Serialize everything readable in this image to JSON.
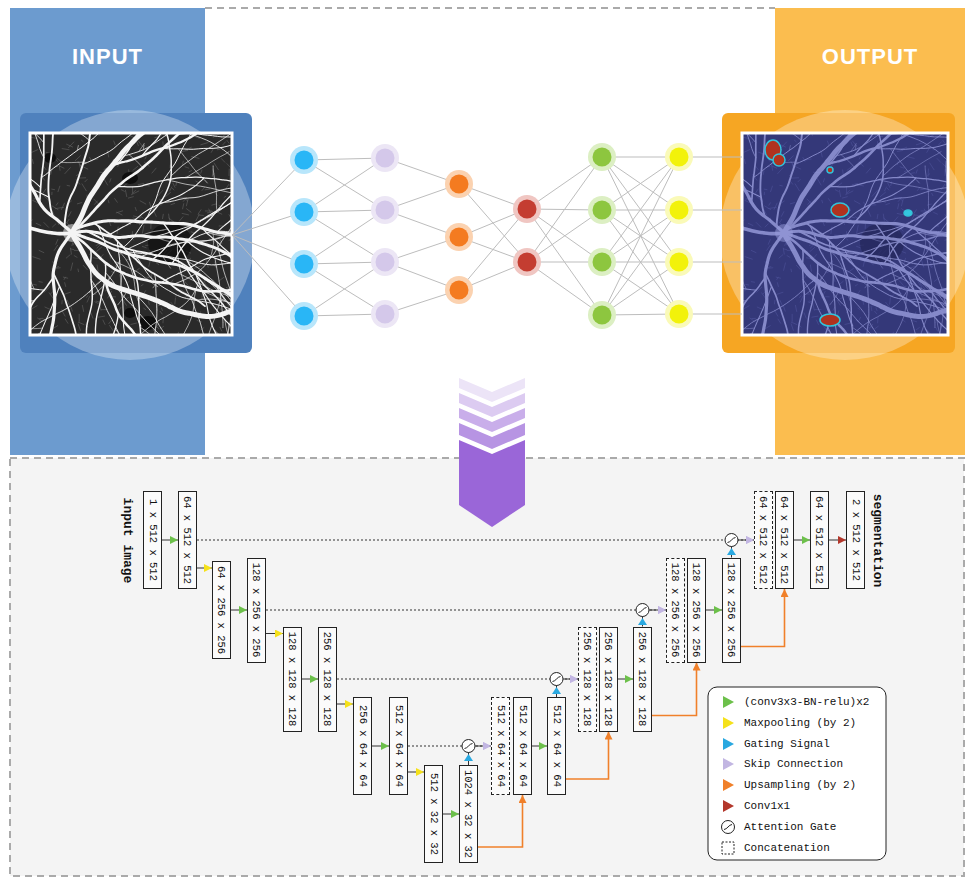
{
  "diagram": {
    "nodes": [
      {
        "text": [
          "INPUT"
        ]
      },
      {
        "text": [
          "OUTPUT"
        ]
      },
      {
        "text": [
          "1 x 512 x 512"
        ]
      },
      {
        "text": [
          "64 x 512 x 512"
        ]
      },
      {
        "text": [
          "64 x 256 x 256"
        ]
      },
      {
        "text": [
          "128 x 256 x 256"
        ]
      },
      {
        "text": [
          "128 x 128 x 128"
        ]
      },
      {
        "text": [
          "256 x 128 x 128"
        ]
      },
      {
        "text": [
          "256 x 64 x 64"
        ]
      },
      {
        "text": [
          "512 x 64 x 64"
        ]
      },
      {
        "text": [
          "512 x 32 x 32"
        ]
      },
      {
        "text": [
          "1024 x 32 x 32"
        ]
      },
      {
        "text": [
          "512 x 64 x 64"
        ]
      },
      {
        "text": [
          "512 x 64 x 64"
        ]
      },
      {
        "text": [
          "512 x 64 x 64"
        ]
      },
      {
        "text": [
          "256 x 128 x 128"
        ]
      },
      {
        "text": [
          "256 x 128 x 128"
        ]
      },
      {
        "text": [
          "256 x 128 x 128"
        ]
      },
      {
        "text": [
          "128 x 256 x 256"
        ]
      },
      {
        "text": [
          "128 x 256 x 256"
        ]
      },
      {
        "text": [
          "128 x 256 x 256"
        ]
      },
      {
        "text": [
          "64 x 512 x 512"
        ]
      },
      {
        "text": [
          "64 x 512 x 512"
        ]
      },
      {
        "text": [
          "64 x 512 x 512"
        ]
      },
      {
        "text": [
          "2 x 512 x 512"
        ]
      }
    ],
    "edges": [
      {
        "from": 2,
        "to": 3,
        "arrow": "to"
      },
      {
        "from": 3,
        "to": 4,
        "arrow": "to"
      },
      {
        "from": 4,
        "to": 5,
        "arrow": "to"
      },
      {
        "from": 5,
        "to": 6,
        "arrow": "to"
      },
      {
        "from": 6,
        "to": 7,
        "arrow": "to"
      },
      {
        "from": 7,
        "to": 8,
        "arrow": "to"
      },
      {
        "from": 8,
        "to": 9,
        "arrow": "to"
      },
      {
        "from": 9,
        "to": 10,
        "arrow": "to"
      },
      {
        "from": 10,
        "to": 11,
        "arrow": "to"
      },
      {
        "from": 11,
        "to": 13,
        "arrow": "to"
      },
      {
        "from": 9,
        "to": 12,
        "arrow": "to"
      },
      {
        "from": 11,
        "to": 12,
        "arrow": "to"
      },
      {
        "from": 13,
        "to": 14,
        "arrow": "to"
      },
      {
        "from": 14,
        "to": 16,
        "arrow": "to"
      },
      {
        "from": 7,
        "to": 15,
        "arrow": "to"
      },
      {
        "from": 14,
        "to": 15,
        "arrow": "to"
      },
      {
        "from": 16,
        "to": 17,
        "arrow": "to"
      },
      {
        "from": 17,
        "to": 19,
        "arrow": "to"
      },
      {
        "from": 5,
        "to": 18,
        "arrow": "to"
      },
      {
        "from": 17,
        "to": 18,
        "arrow": "to"
      },
      {
        "from": 19,
        "to": 20,
        "arrow": "to"
      },
      {
        "from": 20,
        "to": 22,
        "arrow": "to"
      },
      {
        "from": 3,
        "to": 21,
        "arrow": "to"
      },
      {
        "from": 20,
        "to": 21,
        "arrow": "to"
      },
      {
        "from": 22,
        "to": 23,
        "arrow": "to"
      },
      {
        "from": 23,
        "to": 24,
        "arrow": "to"
      }
    ],
    "labels": [
      "input image",
      "segmentation"
    ],
    "legend": [
      {
        "text": "(conv3x3-BN-relu)x2",
        "color": "#6cc04a"
      },
      {
        "text": "Maxpooling (by 2)",
        "color": "#f5e11a"
      },
      {
        "text": "Gating Signal",
        "color": "#29a8e0"
      },
      {
        "text": "Skip Connection",
        "color": "#c2b6e2"
      },
      {
        "text": "Upsampling (by 2)",
        "color": "#f0802a"
      },
      {
        "text": "Conv1x1",
        "color": "#b3372b"
      },
      {
        "text": "Attention Gate"
      },
      {
        "text": "Concatenation"
      }
    ]
  }
}
